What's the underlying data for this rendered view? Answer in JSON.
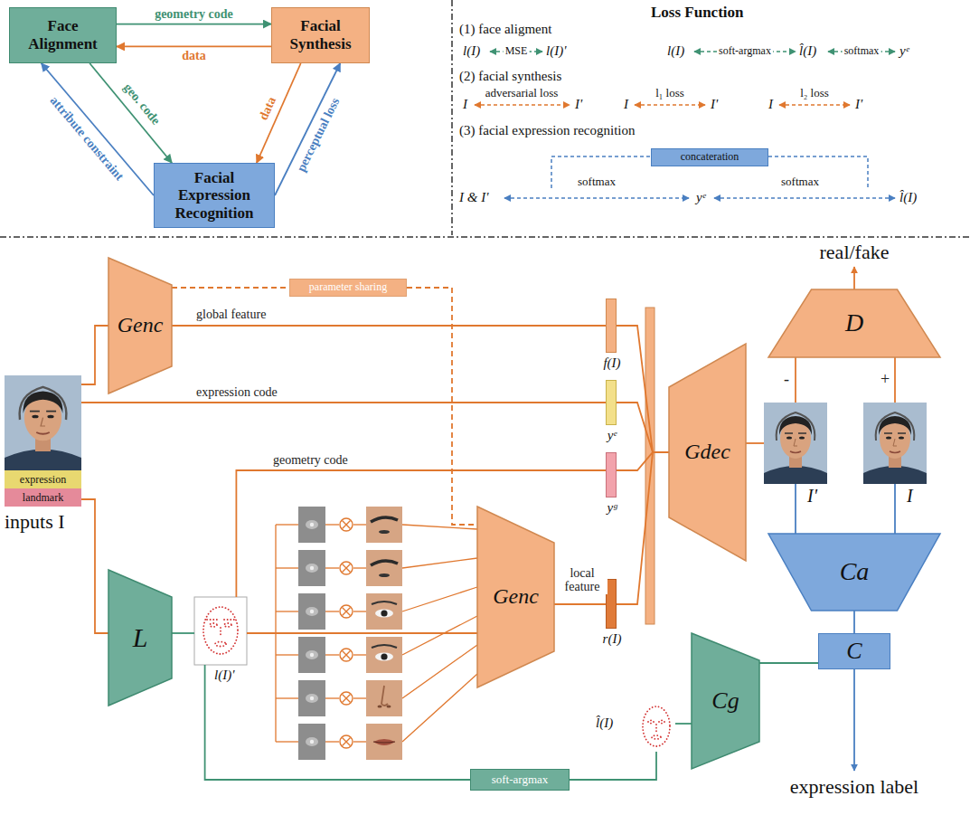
{
  "diagram": {
    "nodes": [
      {
        "text": [
          "Face Alignment"
        ]
      },
      {
        "text": [
          "Facial Synthesis"
        ]
      },
      {
        "text": [
          "Facial Expression Recognition"
        ]
      },
      {
        "text": [
          "concateration"
        ]
      },
      {
        "text": [
          "Genc"
        ]
      },
      {
        "text": [
          "parameter sharing"
        ]
      },
      {
        "text": [
          "expression",
          "landmark",
          "inputs I"
        ]
      },
      {
        "text": [
          "f(I)"
        ]
      },
      {
        "text": [
          "yᵉ"
        ]
      },
      {
        "text": [
          "yᵍ"
        ]
      },
      {
        "text": [
          "Genc"
        ]
      },
      {
        "text": [
          "r(I)"
        ]
      },
      {
        "text": [
          "L"
        ]
      },
      {
        "text": [
          "l(I)'"
        ]
      },
      {
        "text": [
          "Gdec"
        ]
      },
      {
        "text": [
          "D"
        ]
      },
      {
        "text": [
          "I'"
        ]
      },
      {
        "text": [
          "I"
        ]
      },
      {
        "text": [
          "Ca"
        ]
      },
      {
        "text": [
          "C"
        ]
      },
      {
        "text": [
          "Cg"
        ]
      },
      {
        "text": [
          "l̂(I)"
        ]
      },
      {
        "text": [
          "soft-argmax"
        ]
      }
    ],
    "edges": [
      {
        "from": 0,
        "to": 1,
        "arrow": "to",
        "label": "geometry code"
      },
      {
        "from": 1,
        "to": 0,
        "arrow": "to",
        "label": "data"
      },
      {
        "from": 0,
        "to": 2,
        "arrow": "to",
        "label": "geo. code"
      },
      {
        "from": 2,
        "to": 0,
        "arrow": "to",
        "label": "attribute constraint"
      },
      {
        "from": 1,
        "to": 2,
        "arrow": "to",
        "label": "data"
      },
      {
        "from": 2,
        "to": 1,
        "arrow": "to",
        "label": "perceptual loss"
      },
      {
        "from": 6,
        "to": 4,
        "arrow": "none"
      },
      {
        "from": 6,
        "to": 12,
        "arrow": "none"
      },
      {
        "from": 4,
        "to": 5,
        "arrow": "none"
      },
      {
        "from": 5,
        "to": 10,
        "arrow": "none"
      },
      {
        "from": 4,
        "to": 7,
        "arrow": "none",
        "label": "global feature"
      },
      {
        "from": 6,
        "to": 8,
        "arrow": "none",
        "label": "expression code"
      },
      {
        "from": 13,
        "to": 9,
        "arrow": "none",
        "label": "geometry code"
      },
      {
        "from": 10,
        "to": 11,
        "arrow": "none",
        "label": "local feature"
      },
      {
        "from": 12,
        "to": 13,
        "arrow": "none"
      },
      {
        "from": 13,
        "to": 10,
        "arrow": "none"
      },
      {
        "from": 7,
        "to": 14,
        "arrow": "none"
      },
      {
        "from": 8,
        "to": 14,
        "arrow": "none"
      },
      {
        "from": 9,
        "to": 14,
        "arrow": "none"
      },
      {
        "from": 11,
        "to": 14,
        "arrow": "none"
      },
      {
        "from": 14,
        "to": 16,
        "arrow": "none"
      },
      {
        "from": 16,
        "to": 15,
        "arrow": "none",
        "label": "-"
      },
      {
        "from": 17,
        "to": 15,
        "arrow": "none",
        "label": "+"
      },
      {
        "from": 16,
        "to": 18,
        "arrow": "none"
      },
      {
        "from": 17,
        "to": 18,
        "arrow": "none"
      },
      {
        "from": 18,
        "to": 19,
        "arrow": "none"
      },
      {
        "from": 20,
        "to": 19,
        "arrow": "none"
      },
      {
        "from": 21,
        "to": 20,
        "arrow": "none"
      },
      {
        "from": 22,
        "to": 21,
        "arrow": "none"
      },
      {
        "from": 13,
        "to": 22,
        "arrow": "none"
      }
    ],
    "labels": [
      "Loss Function",
      "(1) face aligment",
      "l(I)",
      "MSE",
      "l(I)'",
      "l(I)",
      "soft-argmax",
      "l̂(I)",
      "softmax",
      "yᵉ",
      "(2) facial synthesis",
      "I",
      "adversarial loss",
      "I'",
      "I",
      "l₁ loss",
      "I'",
      "I",
      "l₂ loss",
      "I'",
      "(3) facial expression recognition",
      "I & I'",
      "softmax",
      "yᵉ",
      "softmax",
      "l̂(I)",
      "real/fake",
      "expression label"
    ]
  }
}
